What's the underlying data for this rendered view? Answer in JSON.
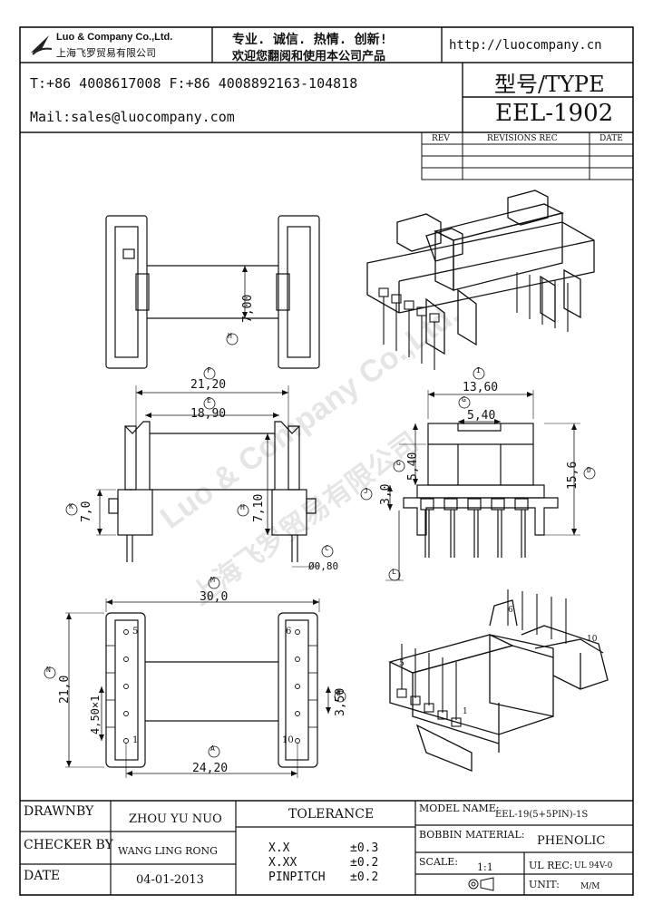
{
  "header": {
    "company_en": "Luo & Company Co.,Ltd.",
    "company_cn": "上海飞罗贸易有限公司",
    "slogan_line1": "专业. 诚信.  热情.  创新!",
    "slogan_line2": "欢迎您翻阅和使用本公司产品",
    "website": "http://luocompany.cn",
    "phone_fax": "T:+86 4008617008 F:+86 4008892163-104818",
    "email": "Mail:sales@luocompany.com",
    "type_label": "型号/TYPE",
    "type_value": "EEL-1902"
  },
  "revisions": {
    "columns": [
      "REV",
      "REVISIONS REC",
      "DATE"
    ]
  },
  "dimensions": {
    "top_h": "7,00",
    "front_f": "21,20",
    "front_e": "18,90",
    "front_k": "7,0",
    "front_h2": "7,10",
    "front_pin": "Ø0,80",
    "side_i": "13,60",
    "side_g": "5,40",
    "side_g2": "5,40",
    "side_j": "3,0",
    "side_d": "15,6",
    "bottom_m": "30,0",
    "bottom_n": "21,0",
    "bottom_pitch": "4,50×1",
    "bottom_b": "3,50",
    "bottom_a": "24,20",
    "pin5": "5",
    "pin6": "6",
    "pin1": "1",
    "pin10": "10",
    "iso_pin6": "6",
    "iso_pin10": "10",
    "iso_pin5": "5",
    "iso_pin1": "1"
  },
  "labels": {
    "F": "F",
    "E": "E",
    "K": "K",
    "H": "H",
    "C": "C",
    "I": "I",
    "G": "G",
    "J": "J",
    "D": "D",
    "L": "L",
    "M": "M",
    "N": "N",
    "A": "A",
    "B": "B"
  },
  "watermark": {
    "en": "Luo & Company Co.,Ltd.",
    "cn": "上海飞罗贸易有限公司"
  },
  "footer": {
    "drawn_by_label": "DRAWNBY",
    "drawn_by": "ZHOU YU NUO",
    "checker_label": "CHECKER BY",
    "checker": "WANG LING RONG",
    "date_label": "DATE",
    "date": "04-01-2013",
    "tolerance_label": "TOLERANCE",
    "tol_xx_label": "X.X",
    "tol_xx": "±0.3",
    "tol_xxx_label": "X.XX",
    "tol_xxx": "±0.2",
    "tol_pin_label": "PINPITCH",
    "tol_pin": "±0.2",
    "model_label": "MODEL NAME:",
    "model": "EEL-19(5+5PIN)-1S",
    "bobbin_label": "BOBBIN MATERIAL:",
    "bobbin": "PHENOLIC",
    "scale_label": "SCALE:",
    "scale": "1:1",
    "ul_label": "UL REC:",
    "ul": "UL 94V-0",
    "unit_label": "UNIT:",
    "unit": "M/M"
  }
}
